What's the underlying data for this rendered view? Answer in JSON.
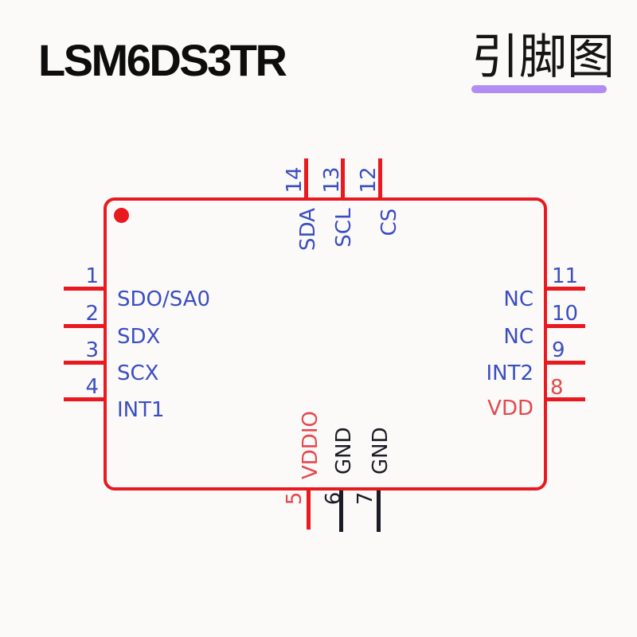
{
  "header": {
    "title": "LSM6DS3TR",
    "subtitle": "引脚图"
  },
  "colors": {
    "outline_red": "#e8191f",
    "signal_blue": "#3b4ec0",
    "power_red": "#e4484d",
    "ground_black": "#1c1c26",
    "accent_purple": "#b18cf2"
  },
  "chip": {
    "part_number": "LSM6DS3TR",
    "pin1_marker": "red-dot-top-left",
    "pins": {
      "top": [
        {
          "number": "14",
          "label": "SDA"
        },
        {
          "number": "13",
          "label": "SCL"
        },
        {
          "number": "12",
          "label": "CS"
        }
      ],
      "left": [
        {
          "number": "1",
          "label": "SDO/SA0"
        },
        {
          "number": "2",
          "label": "SDX"
        },
        {
          "number": "3",
          "label": "SCX"
        },
        {
          "number": "4",
          "label": "INT1"
        }
      ],
      "right": [
        {
          "number": "11",
          "label": "NC"
        },
        {
          "number": "10",
          "label": "NC"
        },
        {
          "number": "9",
          "label": "INT2"
        },
        {
          "number": "8",
          "label": "VDD"
        }
      ],
      "bottom": [
        {
          "number": "5",
          "label": "VDDIO"
        },
        {
          "number": "6",
          "label": "GND"
        },
        {
          "number": "7",
          "label": "GND"
        }
      ]
    }
  }
}
